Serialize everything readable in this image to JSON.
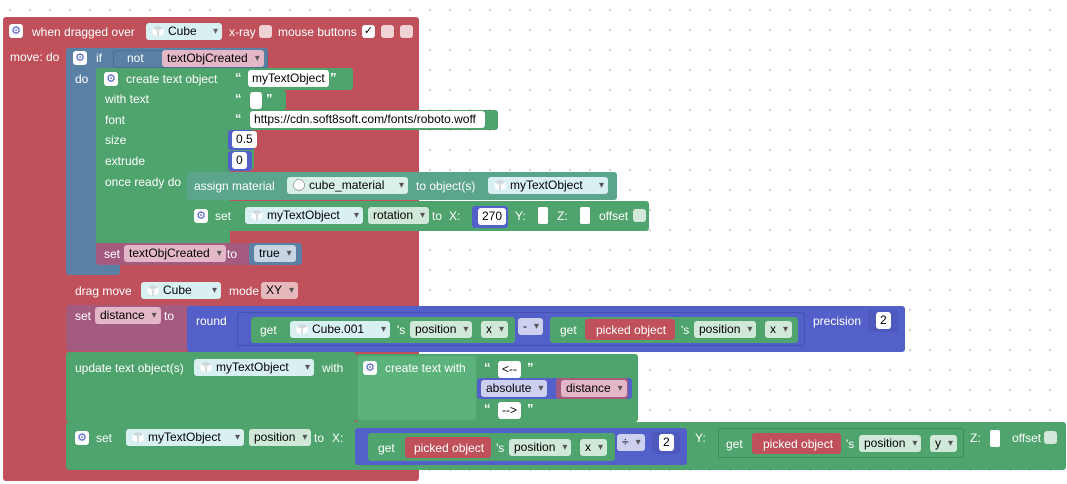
{
  "colors": {
    "event": "#c0505a",
    "logic": "#5b80a5",
    "text_obj": "#4fa36c",
    "mat": "#5ba58c",
    "math": "#5360c9",
    "var": "#a55b80",
    "str": "#4fa36c"
  },
  "event": {
    "label": "when dragged over",
    "obj": "Cube",
    "xray": "x-ray",
    "mouse": "mouse buttons",
    "move": "move: do"
  },
  "if_block": {
    "if": "if",
    "not": "not",
    "var": "textObjCreated",
    "do": "do"
  },
  "create_text": {
    "label": "create text object",
    "name": "myTextObject",
    "with_text": "with text",
    "font_label": "font",
    "font_url": "https://cdn.soft8soft.com/fonts/roboto.woff",
    "size_label": "size",
    "size": "0.5",
    "extrude_label": "extrude",
    "extrude": "0",
    "ready": "once ready do"
  },
  "assign": {
    "label": "assign material",
    "material": "cube_material",
    "to": "to object(s)",
    "obj": "myTextObject"
  },
  "set_rot": {
    "set": "set",
    "obj": "myTextObject",
    "prop": "rotation",
    "to": "to",
    "x": "X:",
    "xval": "270",
    "y": "Y:",
    "z": "Z:",
    "offset": "offset"
  },
  "set_var": {
    "set": "set",
    "var": "textObjCreated",
    "to": "to",
    "val": "true"
  },
  "drag": {
    "label": "drag move",
    "obj": "Cube",
    "mode": "mode",
    "mode_val": "XY"
  },
  "set_dist": {
    "set": "set",
    "var": "distance",
    "to": "to",
    "round": "round",
    "get": "get",
    "obj": "Cube.001",
    "s": "'s",
    "pos": "position",
    "axis": "x",
    "minus": "-",
    "get2": "get",
    "picked": "picked object",
    "s2": "'s",
    "pos2": "position",
    "axis2": "x",
    "precision": "precision",
    "precision_val": "2"
  },
  "update": {
    "label": "update text object(s)",
    "obj": "myTextObject",
    "with": "with",
    "create": "create text with",
    "s1": "<--",
    "abs": "absolute",
    "dist": "distance",
    "s2": "-->"
  },
  "set_pos": {
    "set": "set",
    "obj": "myTextObject",
    "prop": "position",
    "to": "to",
    "x": "X:",
    "get": "get",
    "picked": "picked object",
    "s": "'s",
    "pos": "position",
    "axis": "x",
    "div": "÷",
    "div_val": "2",
    "y": "Y:",
    "get2": "get",
    "picked2": "picked object",
    "s2": "'s",
    "pos2": "position",
    "axis2": "y",
    "z": "Z:",
    "offset": "offset"
  }
}
